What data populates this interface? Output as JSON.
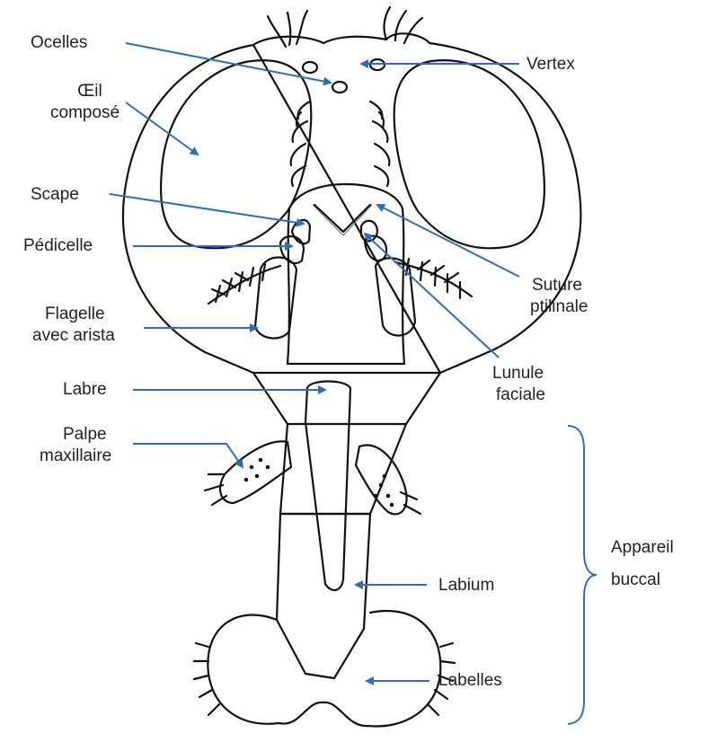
{
  "colors": {
    "leader": "#2f6eb5",
    "ink": "#111111",
    "text": "#222222"
  },
  "labels": {
    "ocelles": "Ocelles",
    "oeil_line1": "Œil",
    "oeil_line2": "composé",
    "scape": "Scape",
    "pedicelle": "Pédicelle",
    "flagelle_line1": "Flagelle",
    "flagelle_line2": "avec arista",
    "labre": "Labre",
    "palpe_line1": "Palpe",
    "palpe_line2": "maxillaire",
    "vertex": "Vertex",
    "suture_line1": "Suture",
    "suture_line2": "ptilinale",
    "lunule_line1": "Lunule",
    "lunule_line2": "faciale",
    "appareil_line1": "Appareil",
    "appareil_line2": "buccal",
    "labium": "Labium",
    "labelles": "Labelles"
  }
}
